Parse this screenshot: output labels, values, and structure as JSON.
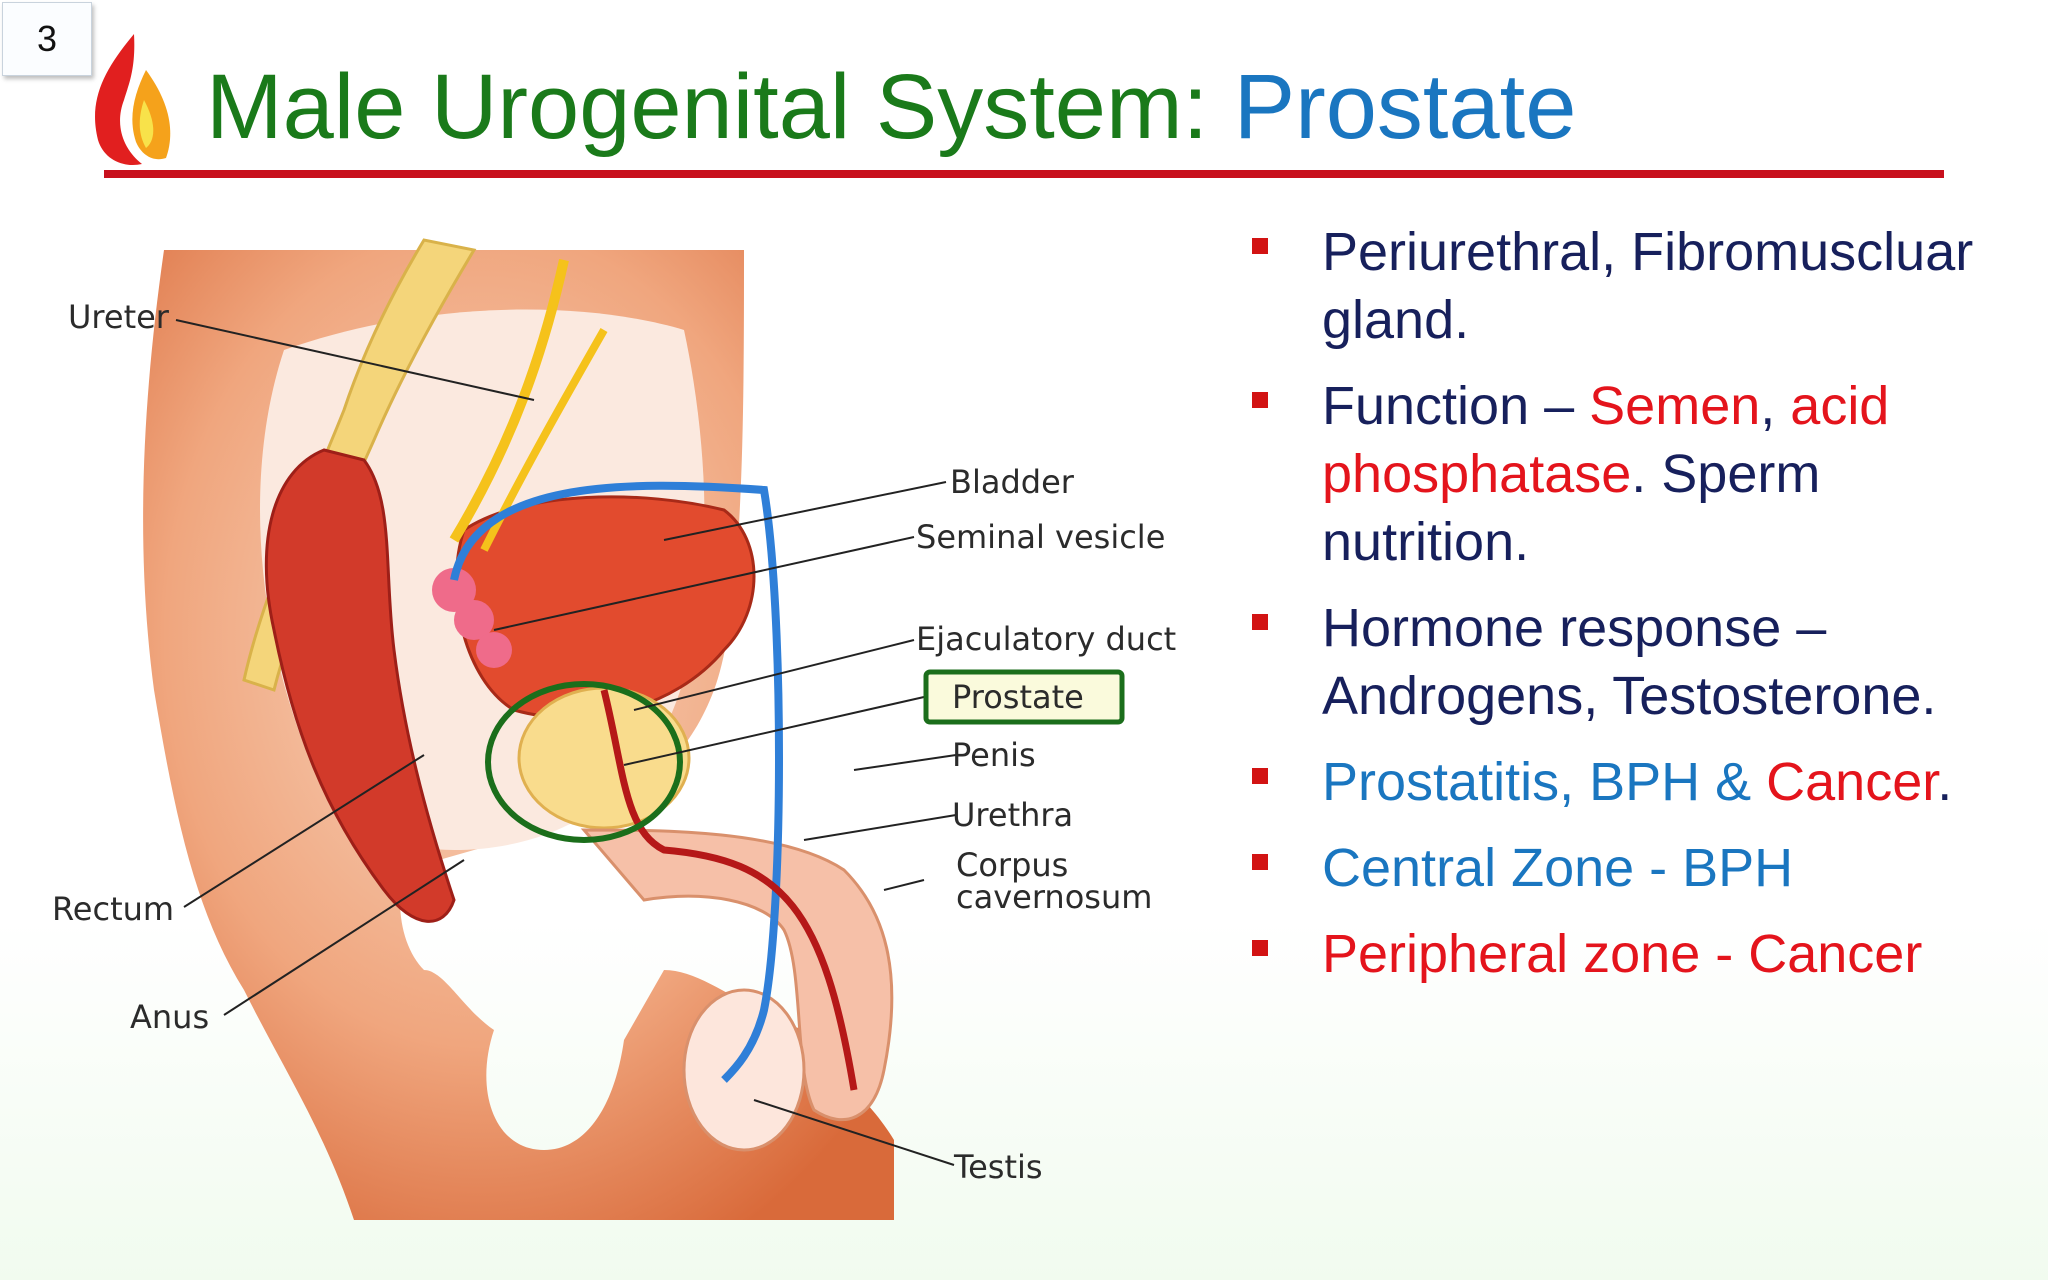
{
  "slide_number": "3",
  "title": {
    "part1": "Male Urogenital System: ",
    "part2": "Prostate"
  },
  "diagram": {
    "labels": {
      "ureter": "Ureter",
      "bladder": "Bladder",
      "seminal_vesicle": "Seminal vesicle",
      "ejaculatory_duct": "Ejaculatory duct",
      "prostate": "Prostate",
      "penis": "Penis",
      "urethra": "Urethra",
      "corpus_line1": "Corpus",
      "corpus_line2": "cavernosum",
      "rectum": "Rectum",
      "anus": "Anus",
      "testis": "Testis"
    }
  },
  "bullets": [
    {
      "segments": [
        {
          "text": "Periurethral, Fibromuscluar gland.",
          "color": "navy"
        }
      ]
    },
    {
      "segments": [
        {
          "text": "Function – ",
          "color": "navy"
        },
        {
          "text": "Semen",
          "color": "red"
        },
        {
          "text": ", ",
          "color": "navy"
        },
        {
          "text": "acid phosphatase",
          "color": "red"
        },
        {
          "text": ". Sperm nutrition.",
          "color": "navy"
        }
      ]
    },
    {
      "segments": [
        {
          "text": "Hormone response – Androgens, Testosterone.",
          "color": "navy"
        }
      ]
    },
    {
      "segments": [
        {
          "text": "Prostatitis,  BPH & ",
          "color": "blue"
        },
        {
          "text": "Cancer",
          "color": "red"
        },
        {
          "text": ".",
          "color": "navy"
        }
      ]
    },
    {
      "segments": [
        {
          "text": "Central Zone - BPH",
          "color": "blue"
        }
      ]
    },
    {
      "segments": [
        {
          "text": "Peripheral zone - Cancer",
          "color": "red"
        }
      ]
    }
  ]
}
